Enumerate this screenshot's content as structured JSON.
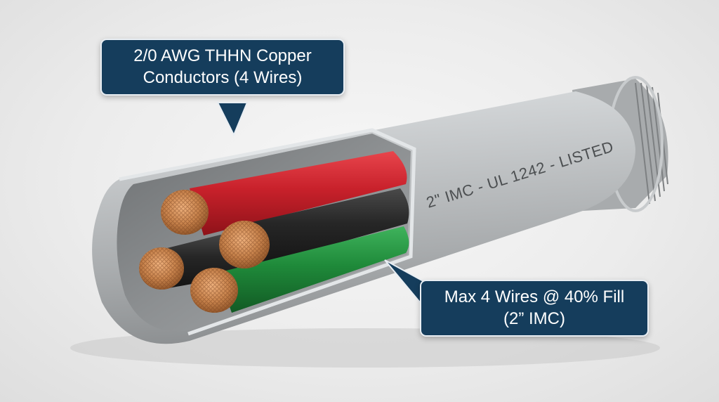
{
  "callouts": {
    "conductors": {
      "line1": "2/0 AWG THHN Copper",
      "line2": "Conductors (4 Wires)"
    },
    "fill": {
      "line1": "Max 4 Wires @ 40% Fill",
      "line2": "(2” IMC)"
    }
  },
  "conduit": {
    "marking": "2\" IMC - UL 1242 - LISTED"
  },
  "wires": [
    {
      "color_name": "red",
      "color": "#c8212b"
    },
    {
      "color_name": "black",
      "color": "#232323"
    },
    {
      "color_name": "green",
      "color": "#1f8a3a"
    },
    {
      "color_name": "black",
      "color": "#232323"
    }
  ],
  "colors": {
    "callout_background": "#153d5c",
    "callout_text": "#ffffff",
    "conduit_metal": "#b9bcbe",
    "copper": "#c8834c"
  }
}
